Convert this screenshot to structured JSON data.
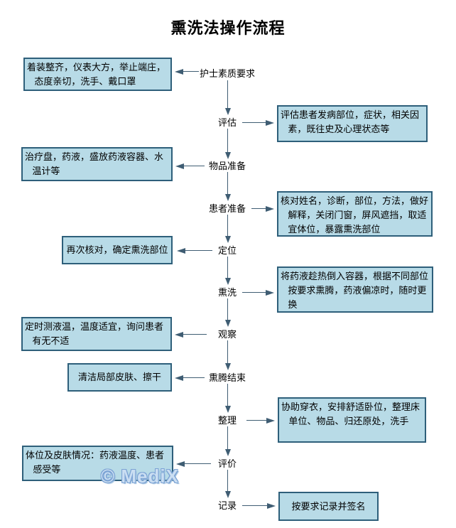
{
  "title": "熏洗法操作流程",
  "watermark": "© MediX",
  "colors": {
    "box_fill": "#b8dbe7",
    "box_border": "#2e5f7a",
    "line": "#3f5d73"
  },
  "steps": [
    {
      "label": "护士素质要求",
      "side": "left",
      "box": "着装整齐，仪表大方，举止端庄，态度亲切，洗手、戴口罩"
    },
    {
      "label": "评估",
      "side": "right",
      "box": "评估患者发病部位，症状，相关因素，既往史及心理状态等"
    },
    {
      "label": "物品准备",
      "side": "left",
      "box": "治疗盘，药液，盛放药液容器、水温计等"
    },
    {
      "label": "患者准备",
      "side": "right",
      "box": "核对姓名，诊断，部位，方法，做好解释，关闭门窗，屏风遮挡，取适宜体位，暴露熏洗部位"
    },
    {
      "label": "定位",
      "side": "left",
      "box": "再次核对，确定熏洗部位"
    },
    {
      "label": "熏洗",
      "side": "right",
      "box": "将药液趁热倒入容器，根据不同部位按要求熏腾，药液偏凉时，随时更换"
    },
    {
      "label": "观察",
      "side": "left",
      "box": "定时测液温，温度适宜，询问患者有无不适"
    },
    {
      "label": "熏腾结束",
      "side": "left",
      "box": "清洁局部皮肤、擦干"
    },
    {
      "label": "整理",
      "side": "right",
      "box": "协助穿衣，安排舒适卧位，整理床单位、物品、归还原处，洗手"
    },
    {
      "label": "评价",
      "side": "left",
      "box": "体位及皮肤情况：药液温度、患者感受等"
    },
    {
      "label": "记录",
      "side": "right",
      "box": "按要求记录并签名"
    }
  ]
}
